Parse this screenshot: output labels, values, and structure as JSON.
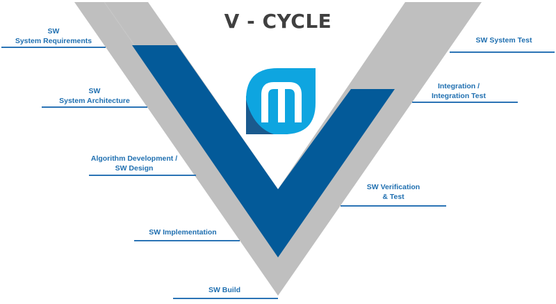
{
  "diagram": {
    "title": "V - CYCLE",
    "colors": {
      "grey_band": "#bfbfbf",
      "blue_band": "#035a99",
      "label_text": "#1f6fb0",
      "rule": "#2a73b5",
      "title_text": "#404040",
      "logo_light": "#0ea5e0",
      "logo_dark": "#1a5a8e"
    },
    "logo": {
      "icon": "m-leaf-logo-icon"
    },
    "left_phases": [
      {
        "line1": "SW",
        "line2": "System Requirements"
      },
      {
        "line1": "SW",
        "line2": "System Architecture"
      },
      {
        "line1": "Algorithm Development /",
        "line2": "SW Design"
      },
      {
        "line1": "SW Implementation"
      },
      {
        "line1": "SW Build"
      }
    ],
    "right_phases": [
      {
        "line1": "SW System Test"
      },
      {
        "line1": "Integration /",
        "line2": "Integration Test"
      },
      {
        "line1": "SW Verification",
        "line2": "& Test"
      }
    ]
  }
}
